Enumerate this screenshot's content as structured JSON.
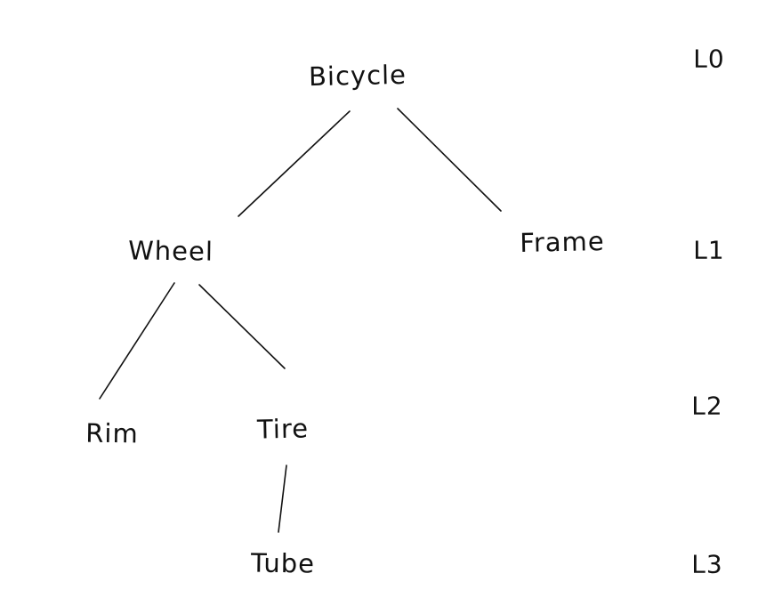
{
  "diagram": {
    "type": "tree",
    "description": "Hand-drawn hierarchy tree of bicycle parts with depth level labels",
    "nodes": {
      "bicycle": {
        "label": "Bicycle",
        "level": "L0",
        "parent": null
      },
      "wheel": {
        "label": "Wheel",
        "level": "L1",
        "parent": "Bicycle"
      },
      "frame": {
        "label": "Frame",
        "level": "L1",
        "parent": "Bicycle"
      },
      "rim": {
        "label": "Rim",
        "level": "L2",
        "parent": "Wheel"
      },
      "tire": {
        "label": "Tire",
        "level": "L2",
        "parent": "Wheel"
      },
      "tube": {
        "label": "Tube",
        "level": "L3",
        "parent": "Tire"
      }
    },
    "edges": [
      {
        "from": "Bicycle",
        "to": "Wheel"
      },
      {
        "from": "Bicycle",
        "to": "Frame"
      },
      {
        "from": "Wheel",
        "to": "Rim"
      },
      {
        "from": "Wheel",
        "to": "Tire"
      },
      {
        "from": "Tire",
        "to": "Tube"
      }
    ],
    "level_labels": {
      "l0": "L0",
      "l1": "L1",
      "l2": "L2",
      "l3": "L3"
    },
    "colors": {
      "ink": "#111111",
      "background": "#ffffff"
    }
  }
}
